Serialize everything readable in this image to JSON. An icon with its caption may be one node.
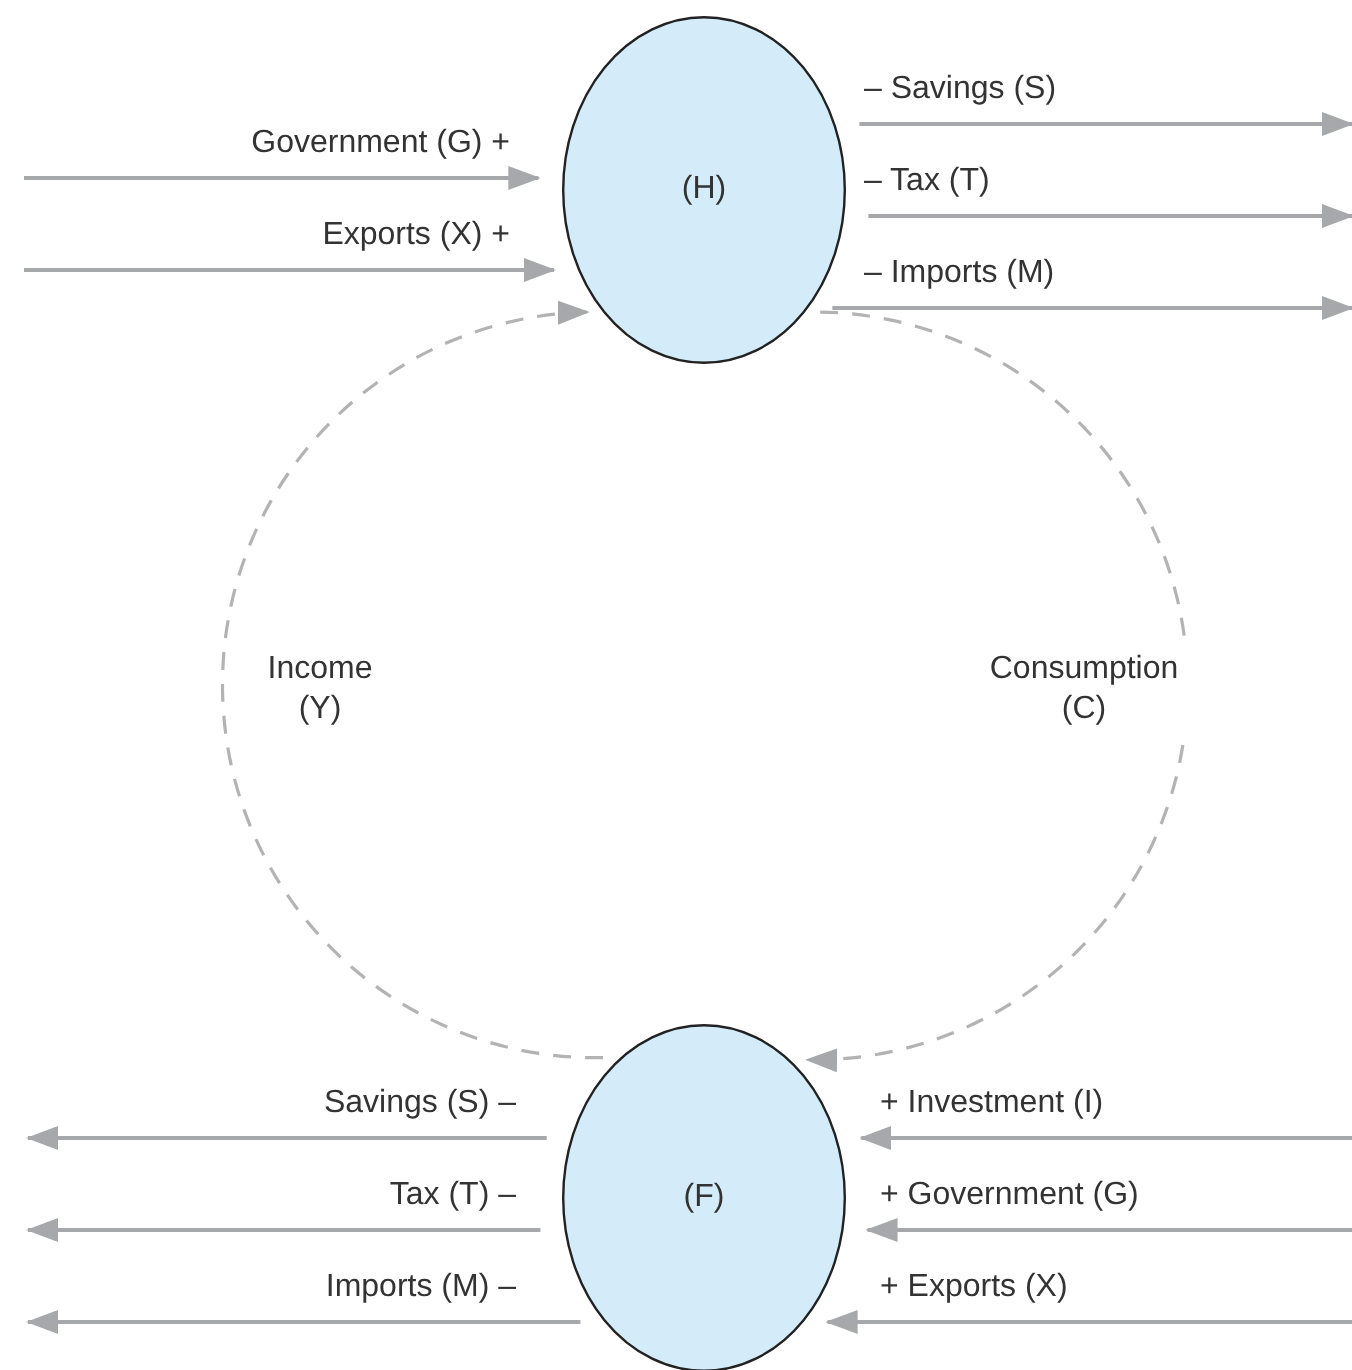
{
  "diagram": {
    "nodes": [
      {
        "text": [
          "(H)"
        ]
      },
      {
        "text": [
          "(F)"
        ]
      }
    ],
    "edges": [
      {
        "from": null,
        "to": 0,
        "arrow": "to",
        "label": "Government (G) +"
      },
      {
        "from": null,
        "to": 0,
        "arrow": "to",
        "label": "Exports (X) +"
      },
      {
        "from": 0,
        "to": null,
        "arrow": "to",
        "label": "– Savings (S)"
      },
      {
        "from": 0,
        "to": null,
        "arrow": "to",
        "label": "– Tax (T)"
      },
      {
        "from": 0,
        "to": null,
        "arrow": "to",
        "label": "– Imports (M)"
      },
      {
        "from": 1,
        "to": 0,
        "arrow": "to",
        "style": "dashed",
        "label": "Income (Y)"
      },
      {
        "from": 0,
        "to": 1,
        "arrow": "to",
        "style": "dashed",
        "label": "Consumption (C)"
      },
      {
        "from": 1,
        "to": null,
        "arrow": "to",
        "label": "Savings (S) –"
      },
      {
        "from": 1,
        "to": null,
        "arrow": "to",
        "label": "Tax (T) –"
      },
      {
        "from": 1,
        "to": null,
        "arrow": "to",
        "label": "Imports (M) –"
      },
      {
        "from": null,
        "to": 1,
        "arrow": "to",
        "label": "+ Investment (I)"
      },
      {
        "from": null,
        "to": 1,
        "arrow": "to",
        "label": "+ Government (G)"
      },
      {
        "from": null,
        "to": 1,
        "arrow": "to",
        "label": "+ Exports (X)"
      }
    ]
  }
}
